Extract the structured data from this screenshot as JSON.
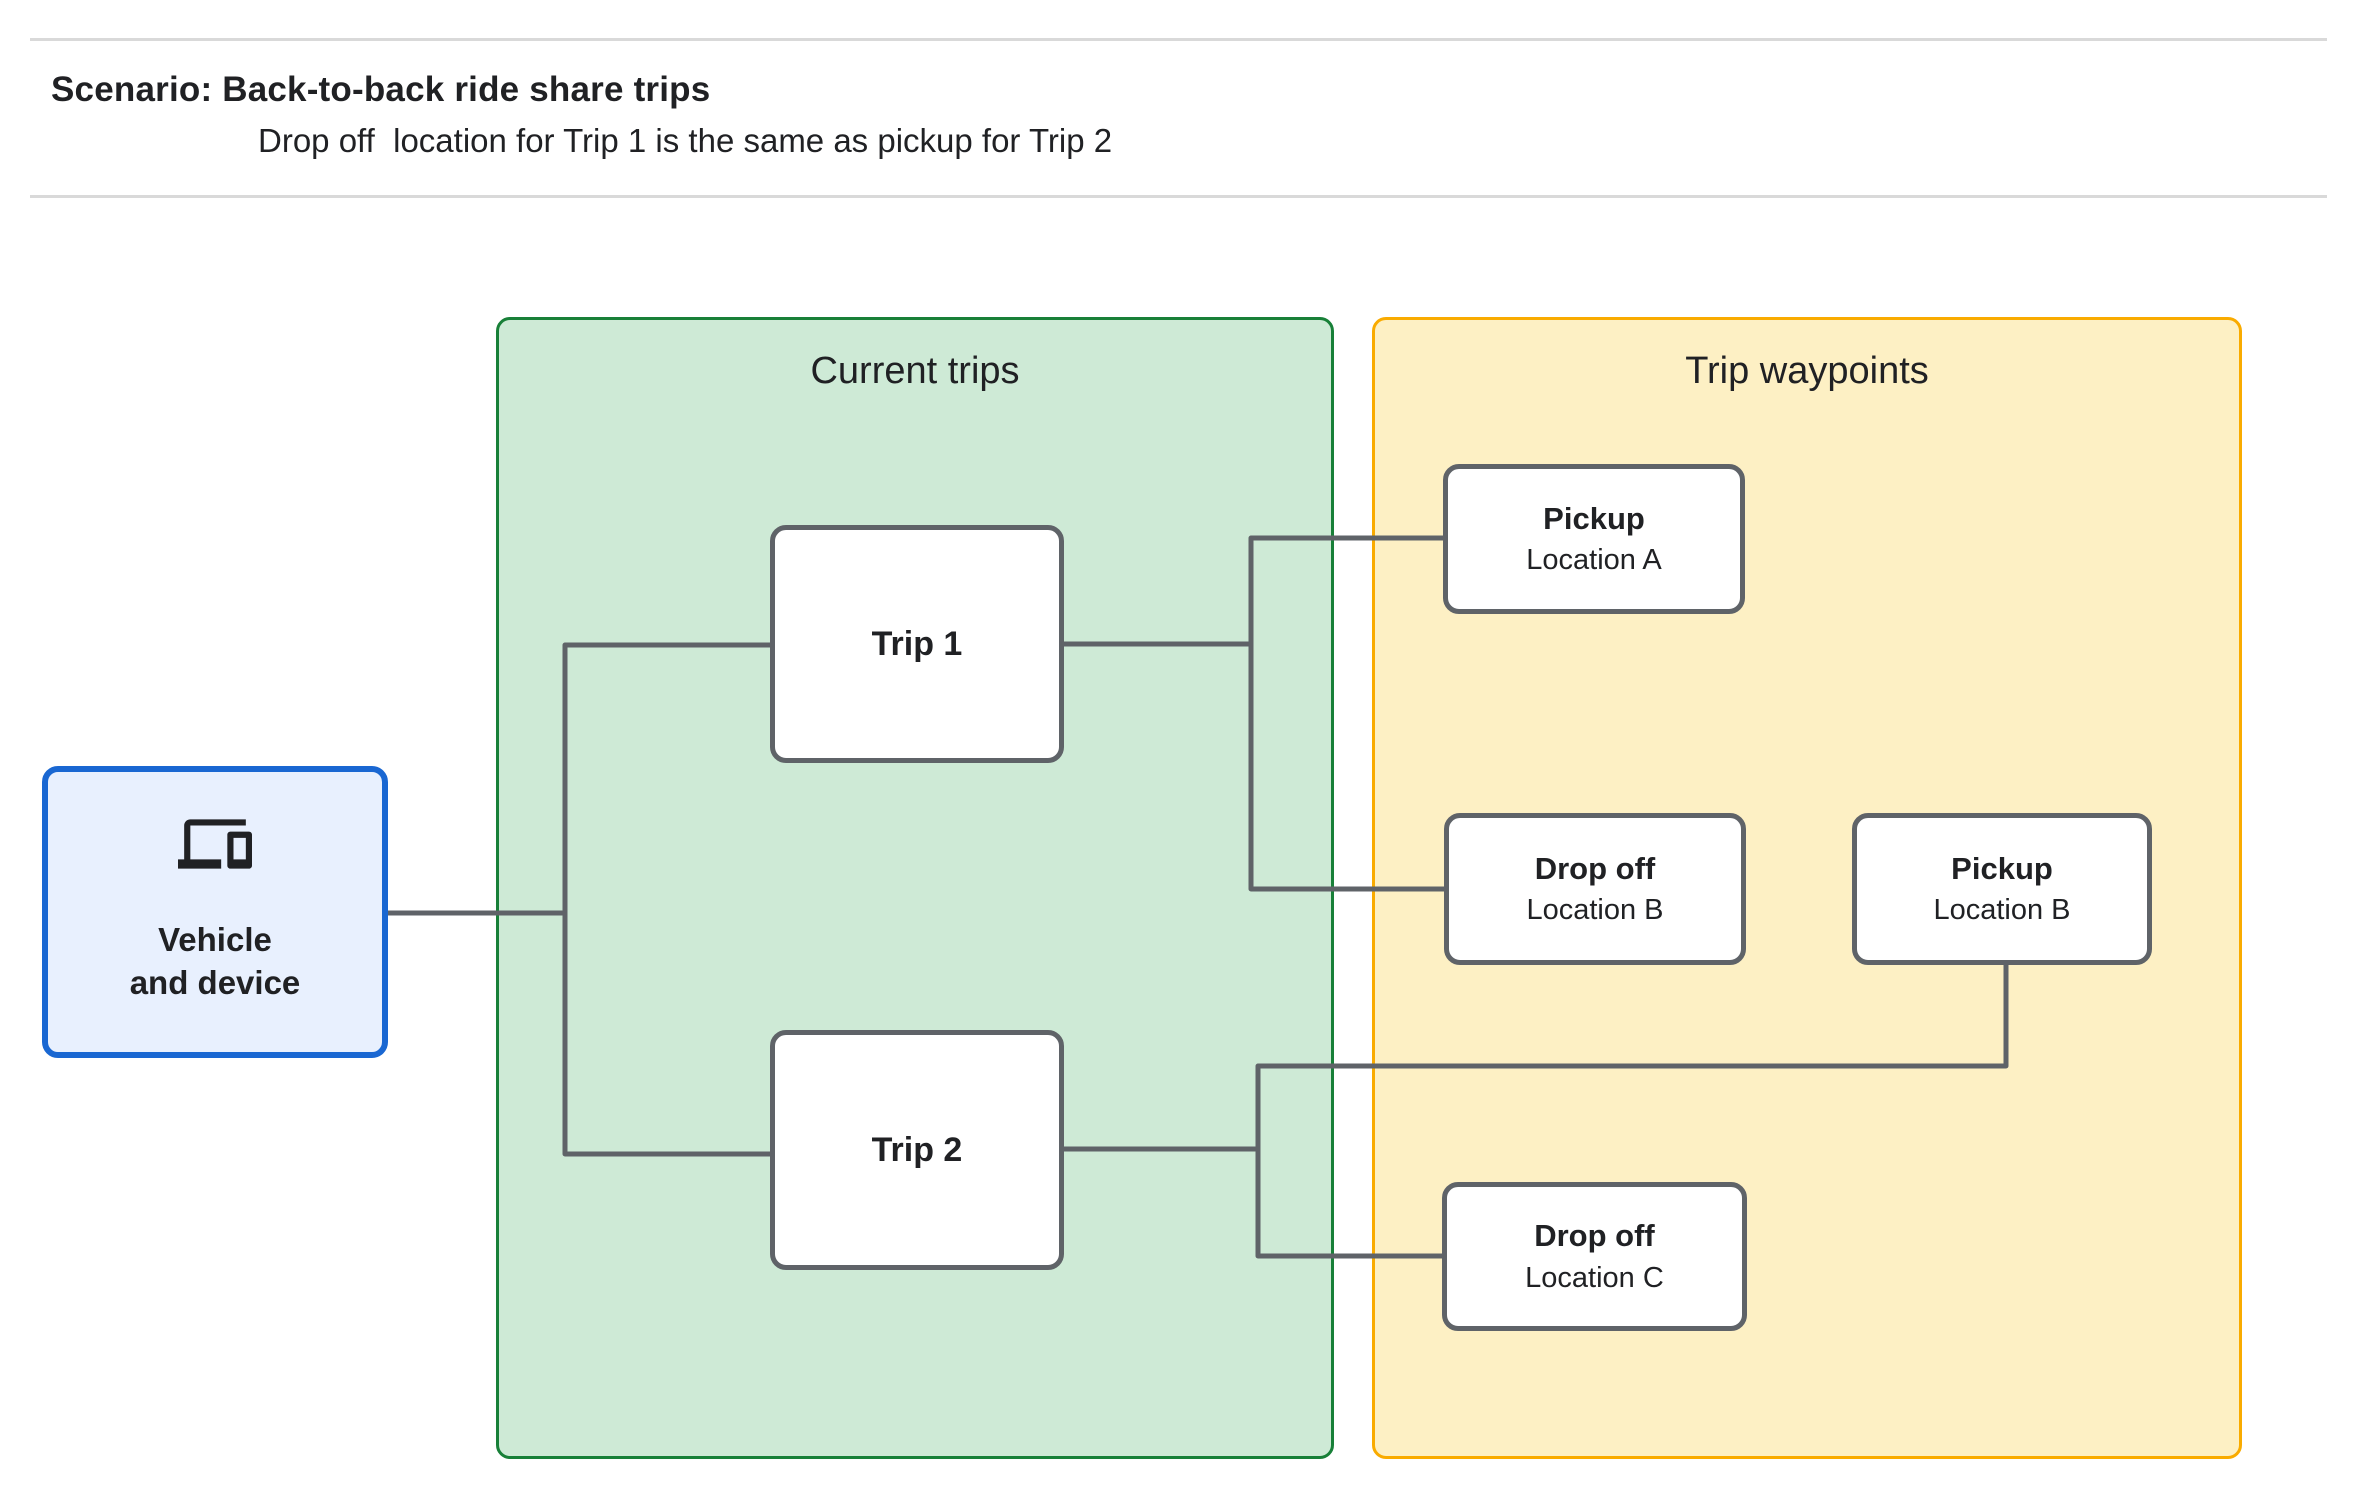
{
  "page": {
    "title": "Scenario: Back-to-back ride share trips",
    "subtitle": "Drop off  location for Trip 1 is the same as pickup for Trip 2"
  },
  "vehicle": {
    "line1": "Vehicle",
    "line2": "and device",
    "icon": "devices-icon"
  },
  "panels": {
    "current_trips": {
      "title": "Current trips"
    },
    "trip_waypoints": {
      "title": "Trip waypoints"
    }
  },
  "trips": [
    {
      "label": "Trip 1"
    },
    {
      "label": "Trip 2"
    }
  ],
  "waypoints": [
    {
      "title": "Pickup",
      "location": "Location A"
    },
    {
      "title": "Drop off",
      "location": "Location B"
    },
    {
      "title": "Pickup",
      "location": "Location B"
    },
    {
      "title": "Drop off",
      "location": "Location C"
    }
  ],
  "colors": {
    "green_panel_fill": "#CEEAD6",
    "green_panel_border": "#188038",
    "yellow_panel_fill": "#FDF0C4",
    "yellow_panel_border": "#F9AB00",
    "vehicle_fill": "#E8F0FE",
    "vehicle_border": "#1967D2",
    "node_border": "#5F6368",
    "connector": "#5F6368",
    "text": "#202124",
    "rule": "#D9D9D9"
  }
}
